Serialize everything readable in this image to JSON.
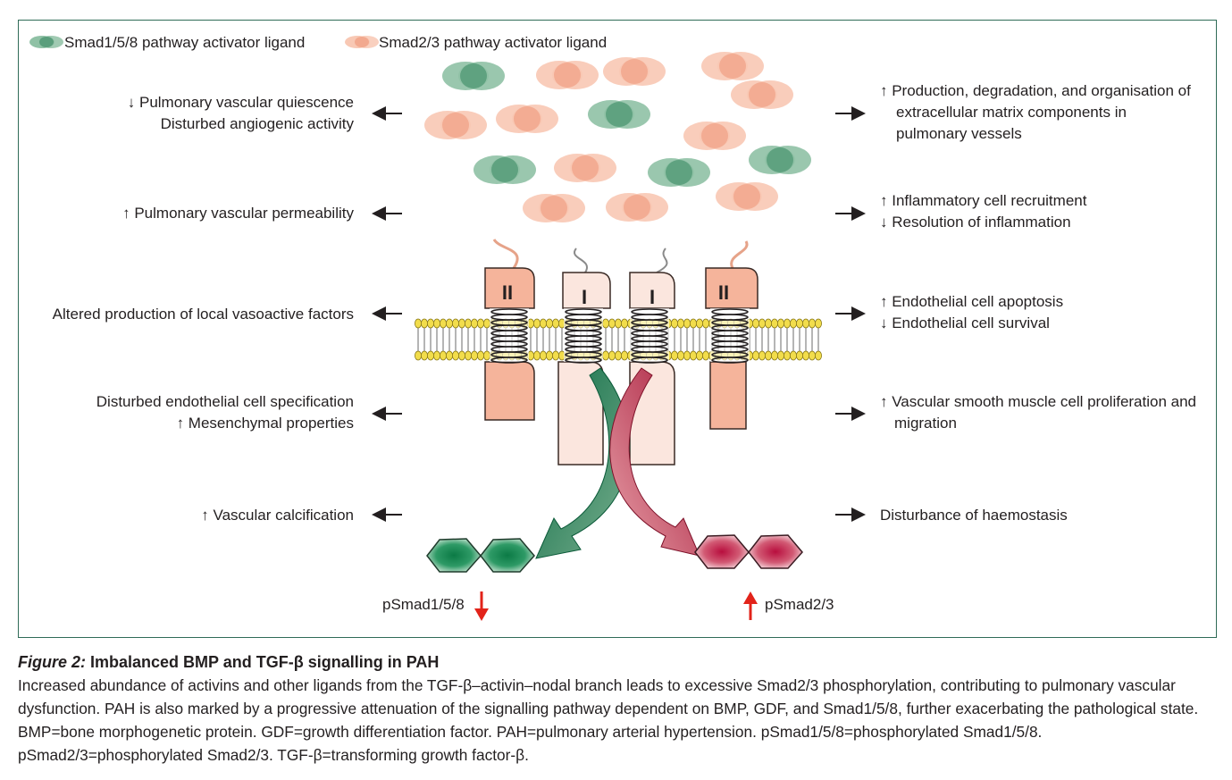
{
  "legend": {
    "smad158": "Smad1/5/8 pathway activator ligand",
    "smad23": "Smad2/3 pathway activator ligand"
  },
  "left_effects": [
    [
      "↓ Pulmonary vascular quiescence",
      "Disturbed  angiogenic activity"
    ],
    [
      "↑ Pulmonary vascular permeability"
    ],
    [
      "Altered production of local vasoactive factors"
    ],
    [
      "Disturbed endothelial cell specification",
      "↑ Mesenchymal properties"
    ],
    [
      "↑ Vascular calcification"
    ]
  ],
  "right_effects": [
    [
      "↑ Production, degradation, and organisation of",
      "extracellular matrix components in",
      "pulmonary vessels"
    ],
    [
      "↑ Inflammatory cell recruitment",
      "↓ Resolution of inflammation"
    ],
    [
      "↑ Endothelial cell apoptosis",
      "↓ Endothelial cell survival"
    ],
    [
      "↑ Vascular smooth muscle cell proliferation and",
      "migration"
    ],
    [
      "Disturbance of haemostasis"
    ]
  ],
  "receptors": {
    "type_ii": "II",
    "type_i": "I"
  },
  "outputs": {
    "psmad158": "pSmad1/5/8",
    "psmad23": "pSmad2/3"
  },
  "caption": {
    "figure_label": "Figure 2:",
    "title": " Imbalanced BMP and TGF-β signalling in PAH",
    "body": "Increased abundance of activins and other ligands from the TGF-β–activin–nodal branch leads to excessive Smad2/3 phosphorylation, contributing to pulmonary vascular dysfunction. PAH is also marked by a progressive attenuation of the signalling pathway dependent on BMP, GDF, and Smad1/5/8, further exacerbating the pathological state. BMP=bone morphogenetic protein. GDF=growth differentiation factor. PAH=pulmonary arterial hypertension. pSmad1/5/8=phosphorylated Smad1/5/8. pSmad2/3=phosphorylated Smad2/3. TGF-β=transforming growth factor-β."
  },
  "colors": {
    "frame": "#2f6b57",
    "smad158_ligand": "#8fc1a5",
    "smad23_ligand": "#f8c8b4",
    "receptor_ii": "#f5b49b",
    "receptor_i": "#fbe6de",
    "membrane_head": "#f2dd4b",
    "green_arrow": "#0e6b45",
    "red_arrow": "#a8193a",
    "indicator_arrow": "#e2231a"
  }
}
